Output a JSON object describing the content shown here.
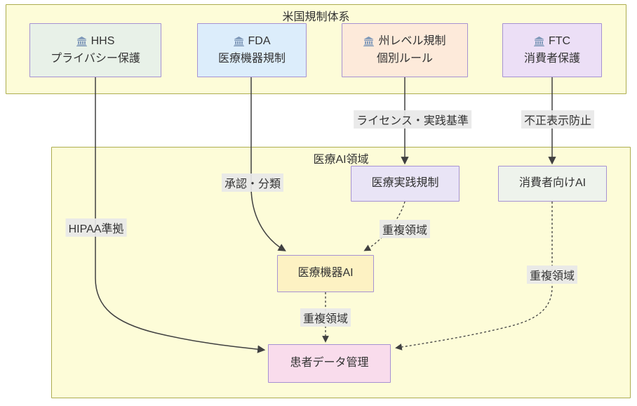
{
  "groups": [
    {
      "id": "us-regulatory",
      "title": "米国規制体系"
    },
    {
      "id": "medical-ai",
      "title": "医療AI領域"
    }
  ],
  "nodes": {
    "hhs": {
      "icon": "landmark-icon",
      "title": "HHS",
      "subtitle": "プライバシー保護",
      "fill": "#e8f1e8",
      "group": "米国規制体系"
    },
    "fda": {
      "icon": "landmark-icon",
      "title": "FDA",
      "subtitle": "医療機器規制",
      "fill": "#dcedfb",
      "group": "米国規制体系"
    },
    "state": {
      "icon": "landmark-icon",
      "title": "州レベル規制",
      "subtitle": "個別ルール",
      "fill": "#fdeada",
      "group": "米国規制体系"
    },
    "ftc": {
      "icon": "landmark-icon",
      "title": "FTC",
      "subtitle": "消費者保護",
      "fill": "#ecdff6",
      "group": "米国規制体系"
    },
    "practice": {
      "label": "医療実践規制",
      "fill": "#e9e4f6",
      "group": "医療AI領域"
    },
    "consumer": {
      "label": "消費者向けAI",
      "fill": "#eef3ec",
      "group": "医療AI領域"
    },
    "device": {
      "label": "医療機器AI",
      "fill": "#fdf2c3",
      "group": "医療AI領域"
    },
    "patient": {
      "label": "患者データ管理",
      "fill": "#f9dcec",
      "group": "医療AI領域"
    }
  },
  "edges": [
    {
      "from": "HHS",
      "to": "患者データ管理",
      "label": "HIPAA準拠",
      "style": "solid"
    },
    {
      "from": "FDA",
      "to": "医療機器AI",
      "label": "承認・分類",
      "style": "solid"
    },
    {
      "from": "州レベル規制",
      "to": "医療実践規制",
      "label": "ライセンス・実践基準",
      "style": "solid"
    },
    {
      "from": "FTC",
      "to": "消費者向けAI",
      "label": "不正表示防止",
      "style": "solid"
    },
    {
      "from": "医療実践規制",
      "to": "医療機器AI",
      "label": "重複領域",
      "style": "dotted"
    },
    {
      "from": "医療機器AI",
      "to": "患者データ管理",
      "label": "重複領域",
      "style": "dotted"
    },
    {
      "from": "消費者向けAI",
      "to": "患者データ管理",
      "label": "重複領域",
      "style": "dotted"
    }
  ],
  "colors": {
    "canvas": "#ffffff",
    "group_fill": "#fdfcd8",
    "group_border": "#adad4f",
    "node_border": "#a692d2",
    "edge_line": "#404040",
    "edge_label_bg": "#e8e8e8",
    "text": "#333333",
    "icon": "#7d97b8"
  }
}
